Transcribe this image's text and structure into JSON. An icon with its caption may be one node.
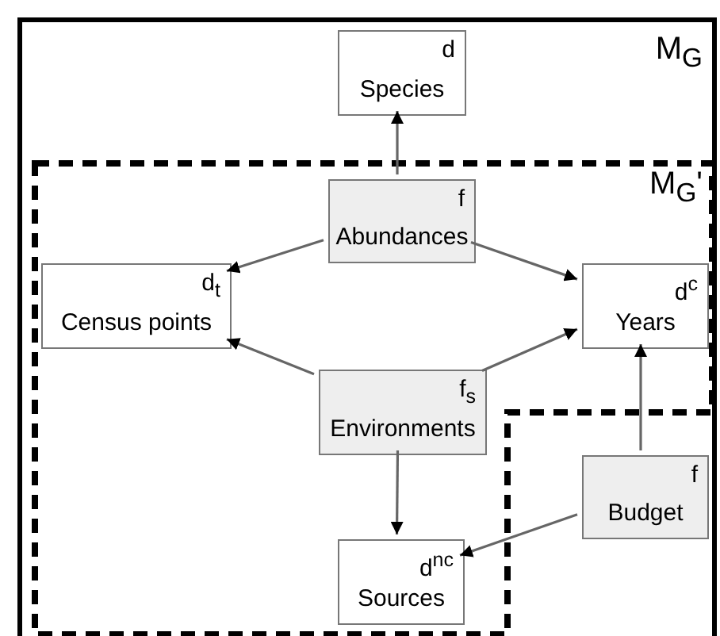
{
  "diagram": {
    "nodes": [
      {
        "text": [
          "M$_{G}$"
        ]
      },
      {
        "text": [
          "M$_{G}$'"
        ],
        "in": 0
      },
      {
        "text": [
          "d",
          "Species"
        ],
        "in": 0
      },
      {
        "text": [
          "f",
          "Abundances"
        ],
        "in": 1
      },
      {
        "text": [
          "d$_{t}$",
          "Census points"
        ],
        "in": 1
      },
      {
        "text": [
          "d$^{c}$",
          "Years"
        ],
        "in": 1
      },
      {
        "text": [
          "f$_{s}$",
          "Environments"
        ],
        "in": 1
      },
      {
        "text": [
          "f",
          "Budget"
        ],
        "in": 0
      },
      {
        "text": [
          "d$^{nc}$",
          "Sources"
        ],
        "in": 1
      }
    ],
    "edges": [
      {
        "from": 3,
        "to": 2,
        "arrow": "to"
      },
      {
        "from": 3,
        "to": 4,
        "arrow": "to"
      },
      {
        "from": 3,
        "to": 5,
        "arrow": "to"
      },
      {
        "from": 6,
        "to": 4,
        "arrow": "to"
      },
      {
        "from": 6,
        "to": 5,
        "arrow": "to"
      },
      {
        "from": 6,
        "to": 8,
        "arrow": "to"
      },
      {
        "from": 7,
        "to": 5,
        "arrow": "to"
      },
      {
        "from": 7,
        "to": 8,
        "arrow": "to"
      }
    ]
  }
}
